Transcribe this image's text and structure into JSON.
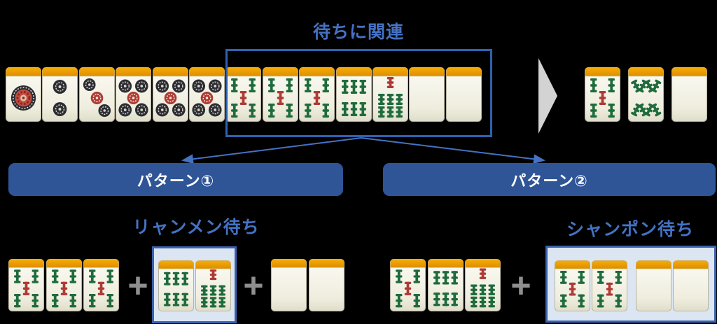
{
  "title": "待ちに関連",
  "plus_sign": "+",
  "hand": {
    "tiles": [
      "p1",
      "p2",
      "p3",
      "p5",
      "p5",
      "p5",
      "s5",
      "s5",
      "s5",
      "s6",
      "s7",
      "back",
      "back"
    ]
  },
  "result": {
    "tiles": [
      "s5",
      "s8",
      "back"
    ]
  },
  "pattern1": {
    "bar_label": "パターン①",
    "wait_label": "リャンメン待ち",
    "triplet": [
      "s5",
      "s5",
      "s5"
    ],
    "wait_tiles": [
      "s6",
      "s7"
    ],
    "back_pair": [
      "back",
      "back"
    ]
  },
  "pattern2": {
    "bar_label": "パターン②",
    "wait_label": "シャンポン待ち",
    "run": [
      "s5",
      "s6",
      "s7"
    ],
    "wait_pair": [
      "s5",
      "s5"
    ],
    "back_pair": [
      "back",
      "back"
    ]
  },
  "tile_names": {
    "p1": "1-pin",
    "p2": "2-pin",
    "p3": "3-pin",
    "p5": "5-pin",
    "s5": "5-sou",
    "s6": "6-sou",
    "s7": "7-sou",
    "s8": "8-sou",
    "back": "blank"
  },
  "colors": {
    "accent_blue": "#4472C4",
    "bar_blue": "#2F5597",
    "box_border_blue": "#2E62B0",
    "highlight_border": "#3A62AE",
    "highlight_fill": "#DCE6F3",
    "tile_orange_top": "#F6AC07",
    "tile_orange_bottom": "#DE8E00",
    "bamboo_green": "#1E6B3C",
    "tile_red": "#AF3A33",
    "pin_black": "#2C2C33",
    "plus_gray": "#8F8F8F",
    "arrow_gray": "#D3D3D3"
  }
}
